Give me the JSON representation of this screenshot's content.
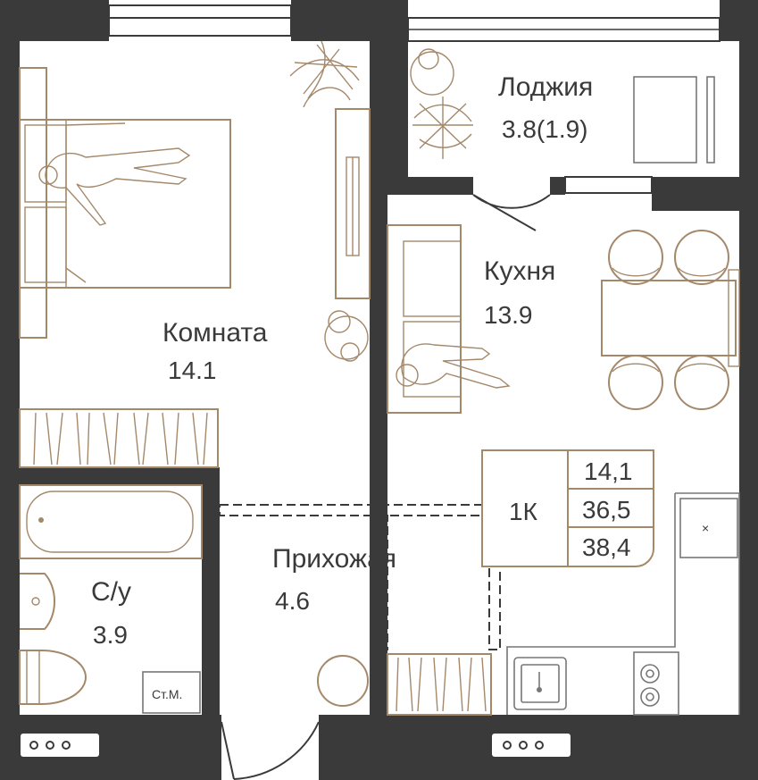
{
  "rooms": {
    "room": {
      "name": "Комната",
      "area": "14.1"
    },
    "loggia": {
      "name": "Лоджия",
      "area": "3.8(1.9)"
    },
    "kitchen": {
      "name": "Кухня",
      "area": "13.9"
    },
    "hallway": {
      "name": "Прихожая",
      "area": "4.6"
    },
    "bathroom": {
      "name": "С/у",
      "area": "3.9"
    }
  },
  "summary": {
    "type": "1К",
    "living_area": "14,1",
    "total_area": "36,5",
    "total_with_loggia": "38,4"
  },
  "fixtures": {
    "washer_label": "Ст.М.",
    "appliance_mark": "×"
  },
  "colors": {
    "wall": "#3a3a3a",
    "furniture": "#a4886a",
    "text": "#3a3a3a"
  }
}
